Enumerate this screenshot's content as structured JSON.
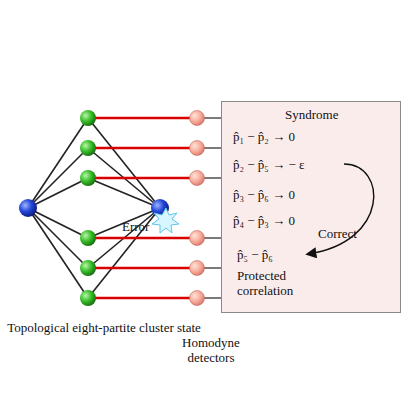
{
  "diagram": {
    "nodes": [
      {
        "text": [
          "Syndrome",
          "p̂₁ − p̂₂ → 0",
          "p̂₂ − p̂₅ → − ε",
          "p̂₃ − p̂₆ → 0",
          "p̂₄ − p̂₃ → 0",
          "Correct",
          "p̂₅ − p̂₆",
          "Protected correlation"
        ]
      }
    ],
    "labels": [
      "Topological eight-partite cluster state",
      "Homodyne detectors",
      "Error"
    ]
  }
}
